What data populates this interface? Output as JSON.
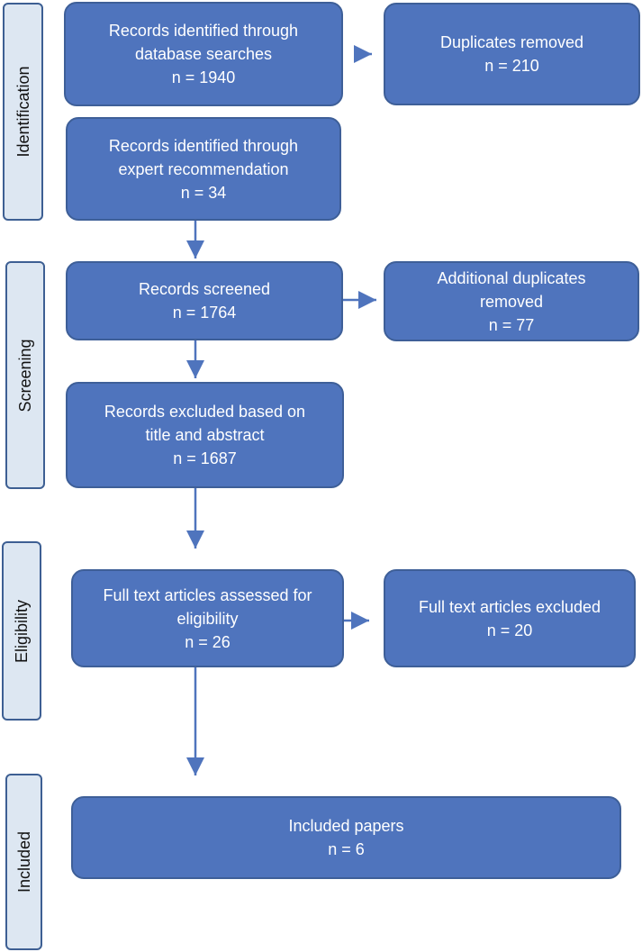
{
  "stages": [
    {
      "id": "identification",
      "label": "Identification"
    },
    {
      "id": "screening",
      "label": "Screening"
    },
    {
      "id": "eligibility",
      "label": "Eligibility"
    },
    {
      "id": "included",
      "label": "Included"
    }
  ],
  "boxes": {
    "database": {
      "lines": [
        "Records identified through",
        "database searches",
        "n = 1940"
      ]
    },
    "duplicates": {
      "lines": [
        "Duplicates removed",
        "n = 210"
      ]
    },
    "expert": {
      "lines": [
        "Records identified through",
        "expert recommendation",
        "n = 34"
      ]
    },
    "screened": {
      "lines": [
        "Records screened",
        "n = 1764"
      ]
    },
    "additional_duplicates": {
      "lines": [
        "Additional duplicates",
        "removed",
        "n = 77"
      ]
    },
    "excluded": {
      "lines": [
        "Records excluded based on",
        "title and abstract",
        "n =  1687"
      ]
    },
    "assessed": {
      "lines": [
        "Full text articles assessed for",
        "eligibility",
        "n = 26"
      ]
    },
    "fulltext_excluded": {
      "lines": [
        "Full text articles excluded",
        "n = 20"
      ]
    },
    "included": {
      "lines": [
        "Included papers",
        "n = 6"
      ]
    }
  },
  "colors": {
    "box_fill": "#4f74bd",
    "box_border": "#3e5f98",
    "side_fill": "#dde7f2",
    "side_border": "#3d5f93",
    "arrow": "#4f74bd"
  }
}
